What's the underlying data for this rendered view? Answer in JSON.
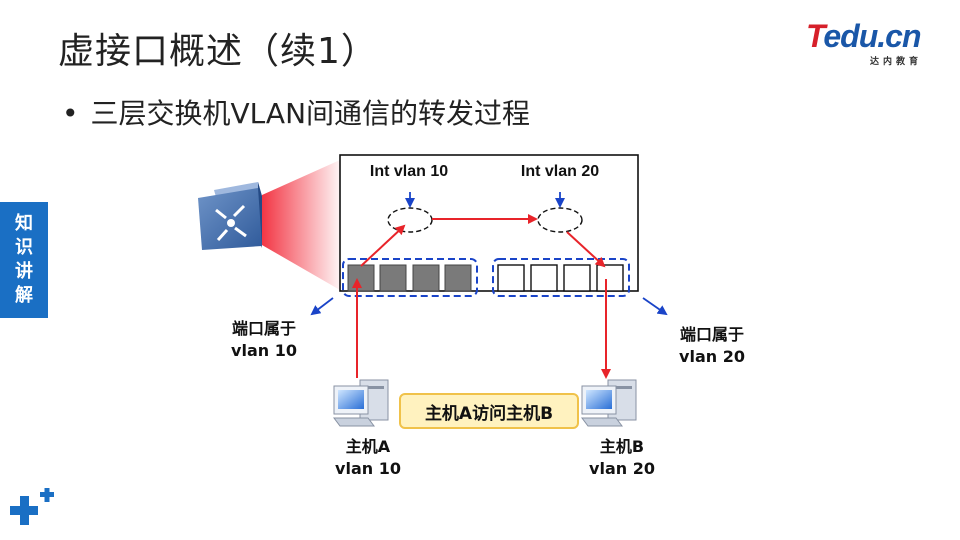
{
  "slide": {
    "title": "虚接口概述（续1）",
    "bullet": "三层交换机VLAN间通信的转发过程",
    "side_tab": [
      "知",
      "识",
      "讲",
      "解"
    ]
  },
  "logo": {
    "main_prefix": "T",
    "main_rest": "edu.cn",
    "sub": "达内教育"
  },
  "diagram": {
    "svi_left": "Int vlan 10",
    "svi_right": "Int vlan 20",
    "port_group_left": {
      "line1": "端口属于",
      "line2": "vlan 10"
    },
    "port_group_right": {
      "line1": "端口属于",
      "line2": "vlan 20"
    },
    "host_a": {
      "line1": "主机A",
      "line2": "vlan 10"
    },
    "host_b": {
      "line1": "主机B",
      "line2": "vlan 20"
    },
    "banner": "主机A访问主机B",
    "colors": {
      "flow": "#e8242a",
      "vlan_group": "#1a44c8",
      "filled_port": "#7a7a7a",
      "side_tab": "#1a6fc4"
    }
  }
}
